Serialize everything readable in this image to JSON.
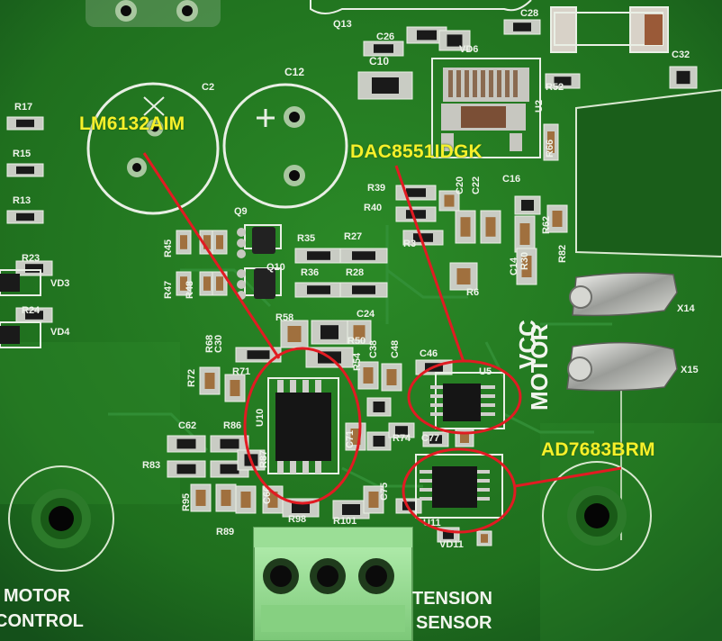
{
  "board": {
    "mask_color": "#1c6a1c",
    "copper_fill_color": "#2f8a2a",
    "silkscreen_color": "#eef3ea",
    "callout_color": "#f6f02a",
    "annotation_ring_color": "#e11b22"
  },
  "callouts": [
    {
      "id": "u10",
      "label": "LM6132AIM"
    },
    {
      "id": "u5",
      "label": "DAC8551IDGK"
    },
    {
      "id": "u11",
      "label": "AD7683BRM"
    }
  ],
  "board_text": {
    "vcc": "VCC",
    "motor": "MOTOR",
    "motor_control_line1": "MOTOR",
    "motor_control_line2": "CONTROL",
    "tension_line1": "TENSION",
    "tension_line2": "SENSOR"
  },
  "refdes": {
    "q13": "Q13",
    "c26": "C26",
    "vd6": "VD6",
    "c28": "C28",
    "c10": "C10",
    "c32": "C32",
    "r52": "R52",
    "u2": "U2",
    "r66": "R66",
    "c2": "C2",
    "c12": "C12",
    "r17": "R17",
    "r15": "R15",
    "r13": "R13",
    "r23": "R23",
    "vd3": "VD3",
    "r24": "R24",
    "vd4": "VD4",
    "r39": "R39",
    "r40": "R40",
    "r3": "R3",
    "c20": "C20",
    "c22": "C22",
    "c16": "C16",
    "r62": "R62",
    "c14": "C14",
    "r30": "R30",
    "r6": "R6",
    "q9": "Q9",
    "r45": "R45",
    "r35": "R35",
    "r27": "R27",
    "q10": "Q10",
    "r47": "R47",
    "r48": "R48",
    "r36": "R36",
    "r28": "R28",
    "r58": "R58",
    "c24": "C24",
    "r68": "R68",
    "c30": "C30",
    "r50": "R50",
    "c38": "C38",
    "c48": "C48",
    "c46": "C46",
    "u5": "U5",
    "r72": "R72",
    "r71": "R71",
    "r54": "R54",
    "u10": "U10",
    "c62": "C62",
    "r86": "R86",
    "r83": "R83",
    "r87": "R87",
    "c71": "C71",
    "r74": "R74",
    "c77": "C77",
    "x14": "X14",
    "x15": "X15",
    "r95": "R95",
    "c66": "C66",
    "r89": "R89",
    "r98": "R98",
    "r101": "R101",
    "c75": "C75",
    "u11": "U11",
    "vd11": "VD11",
    "r82": "R82"
  }
}
